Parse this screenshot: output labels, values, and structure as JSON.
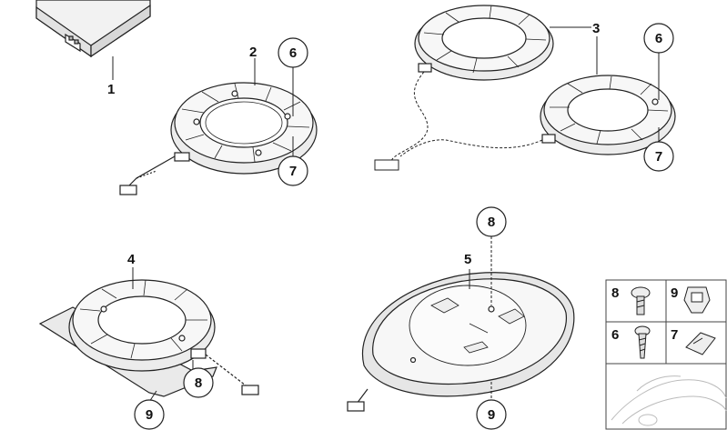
{
  "diagram": {
    "part_labels": [
      "1",
      "2",
      "3",
      "4",
      "5"
    ],
    "callouts": [
      "6",
      "7",
      "6",
      "7",
      "8",
      "9",
      "8",
      "9"
    ],
    "legend": {
      "cells": [
        {
          "number": "8",
          "icon": "bolt-icon"
        },
        {
          "number": "9",
          "icon": "clip-nut-icon"
        },
        {
          "number": "6",
          "icon": "screw-icon"
        },
        {
          "number": "7",
          "icon": "spring-clip-icon"
        }
      ],
      "car_icon": "car-silhouette-icon"
    },
    "colors": {
      "line": "#222222",
      "fill": "#f2f2f2",
      "shade": "#d4d4d4"
    }
  }
}
